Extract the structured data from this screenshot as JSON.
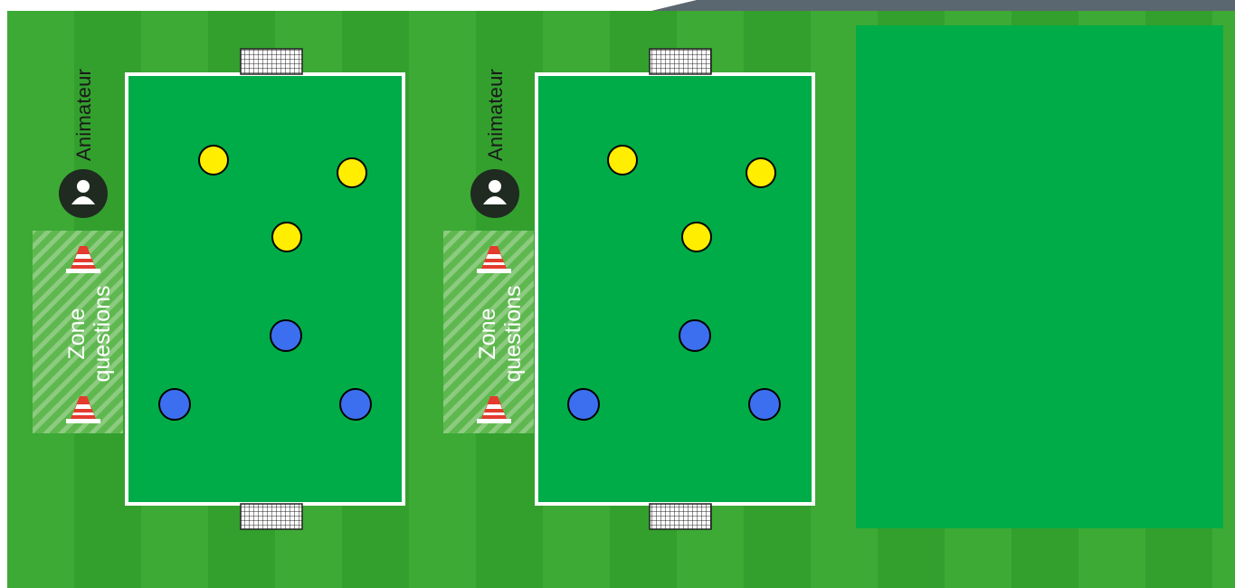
{
  "field": {
    "colors": {
      "grass_light": "#3daa35",
      "grass_dark": "#33a02e",
      "pitch": "#00ac47",
      "pitch_line": "#ffffff",
      "top_band": "#5b6770",
      "zone_hatch": "#8cc97f"
    }
  },
  "players": {
    "team_yellow_color": "#ffee00",
    "team_blue_color": "#3c6ff0"
  },
  "areas": [
    {
      "animateur_label": "Animateur",
      "zone_label_line1": "Zone",
      "zone_label_line2": "questions"
    },
    {
      "animateur_label": "Animateur",
      "zone_label_line1": "Zone",
      "zone_label_line2": "questions"
    }
  ],
  "icons": {
    "animateur": "person-icon",
    "cone": "cone-icon",
    "goal": "goal-net-icon",
    "player": "player-token-icon"
  }
}
